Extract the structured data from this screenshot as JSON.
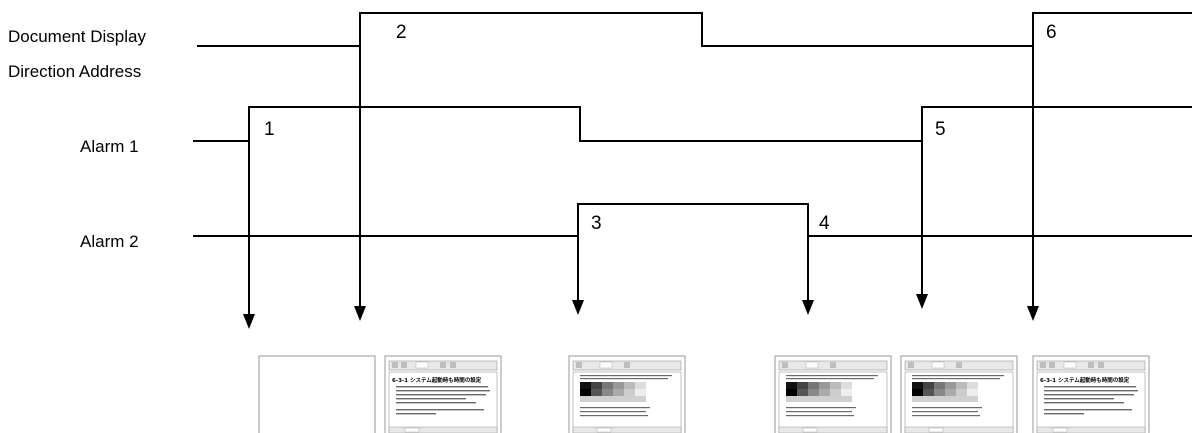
{
  "signals": [
    {
      "id": "doc",
      "label_lines": [
        "Document Display",
        "Direction Address"
      ]
    },
    {
      "id": "alarm1",
      "label_lines": [
        "Alarm 1"
      ]
    },
    {
      "id": "alarm2",
      "label_lines": [
        "Alarm 2"
      ]
    }
  ],
  "events": [
    "1",
    "2",
    "3",
    "4",
    "5",
    "6"
  ],
  "screens": [
    {
      "kind": "blank"
    },
    {
      "kind": "document",
      "heading": "6-3-1 システム起動時も時間の設定"
    },
    {
      "kind": "chart"
    },
    {
      "kind": "chart"
    },
    {
      "kind": "chart"
    },
    {
      "kind": "document",
      "heading": "6-3-1 システム起動時も時間の設定"
    }
  ]
}
